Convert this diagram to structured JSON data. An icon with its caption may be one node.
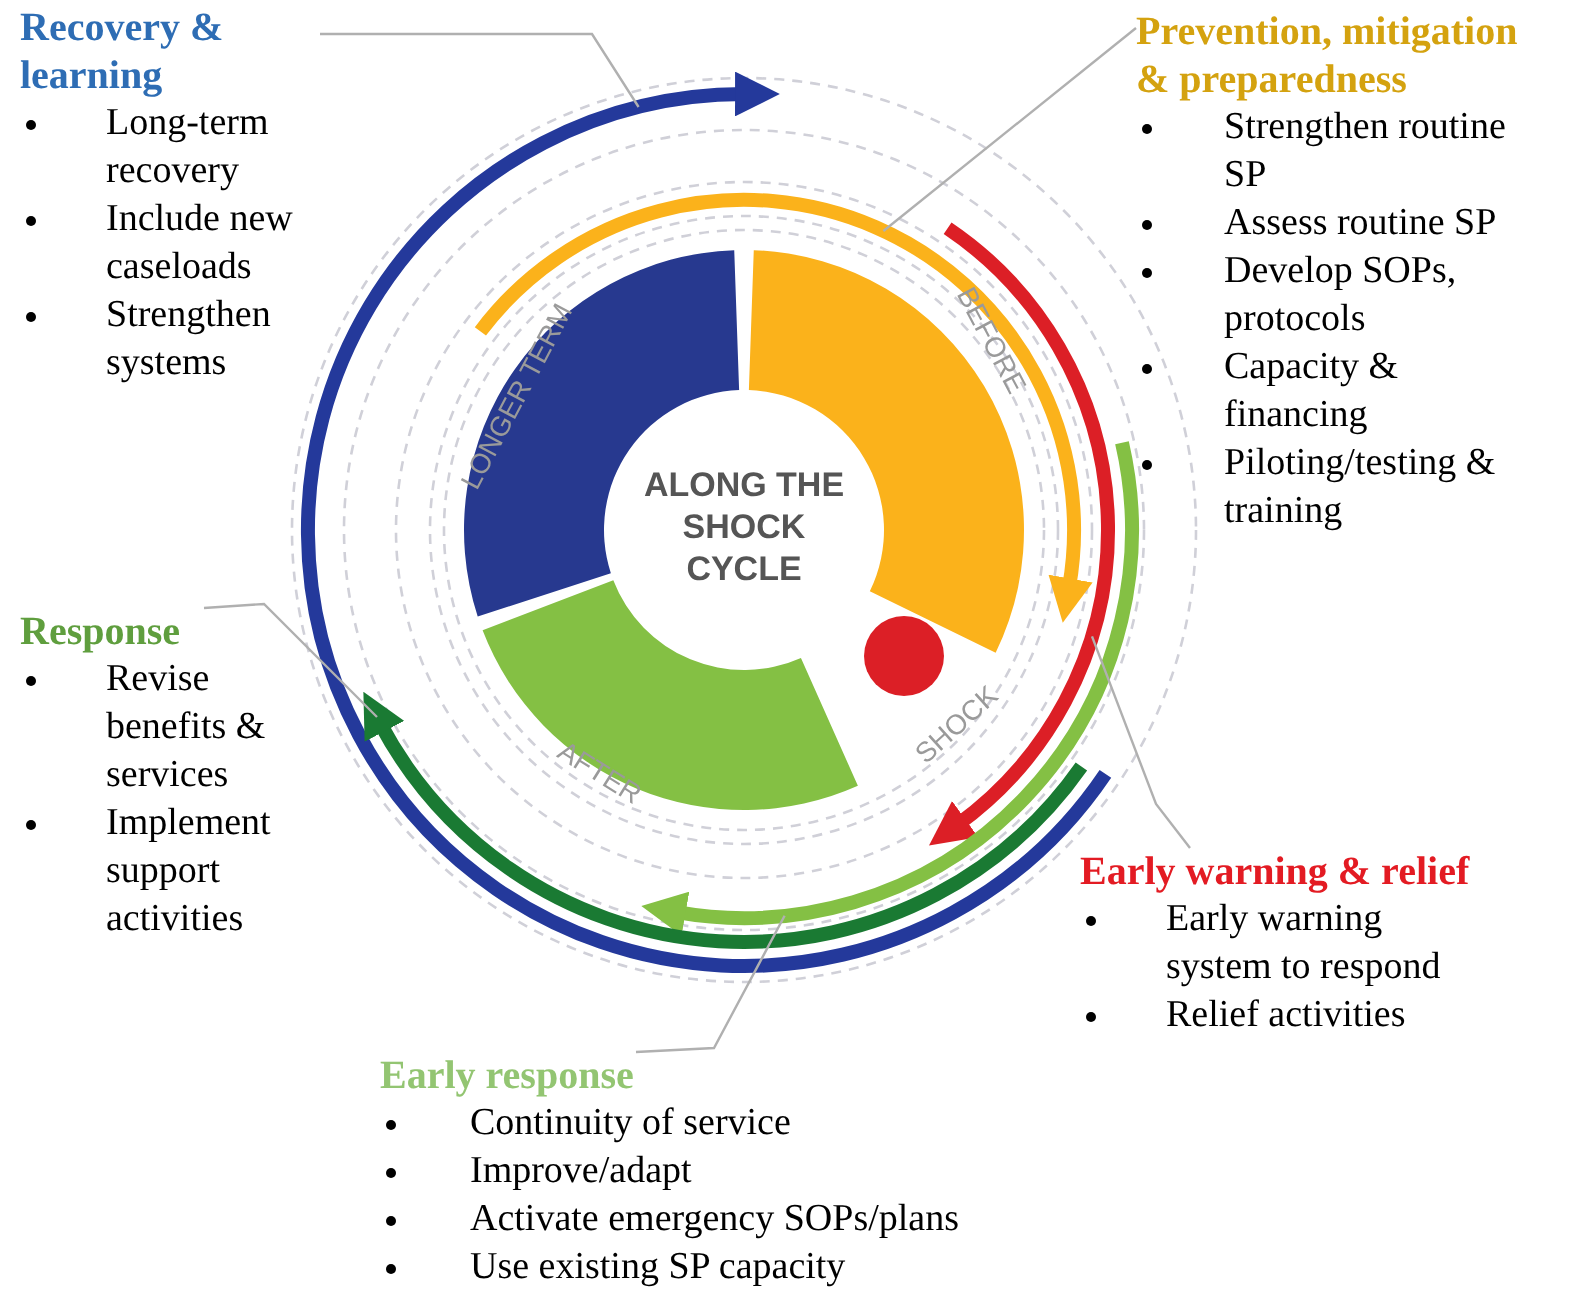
{
  "diagram": {
    "nodes": [
      {
        "text": [
          "Recovery & learning",
          "Long-term recovery",
          "Include new caseloads",
          "Strengthen systems"
        ]
      },
      {
        "text": [
          "Prevention, mitigation & preparedness",
          "Strengthen routine SP",
          "Assess routine SP",
          "Develop SOPs, protocols",
          "Capacity & financing",
          "Piloting/testing & training"
        ]
      },
      {
        "text": [
          "Response",
          "Revise benefits & services",
          "Implement support activities"
        ]
      },
      {
        "text": [
          "Early warning & relief",
          "Early warning system to respond",
          "Relief activities"
        ]
      },
      {
        "text": [
          "Early response",
          "Continuity of service",
          "Improve/adapt",
          "Activate emergency SOPs/plans",
          "Use existing SP capacity"
        ]
      },
      {
        "text": [
          "ALONG THE SHOCK CYCLE"
        ]
      }
    ],
    "edges": [
      {
        "from": 0,
        "to": null,
        "arrow": "none"
      },
      {
        "from": 1,
        "to": null,
        "arrow": "none"
      },
      {
        "from": 2,
        "to": null,
        "arrow": "none"
      },
      {
        "from": 3,
        "to": null,
        "arrow": "none"
      },
      {
        "from": 4,
        "to": null,
        "arrow": "none"
      }
    ],
    "labels": [
      "LONGER TERM",
      "BEFORE",
      "SHOCK",
      "AFTER"
    ]
  }
}
